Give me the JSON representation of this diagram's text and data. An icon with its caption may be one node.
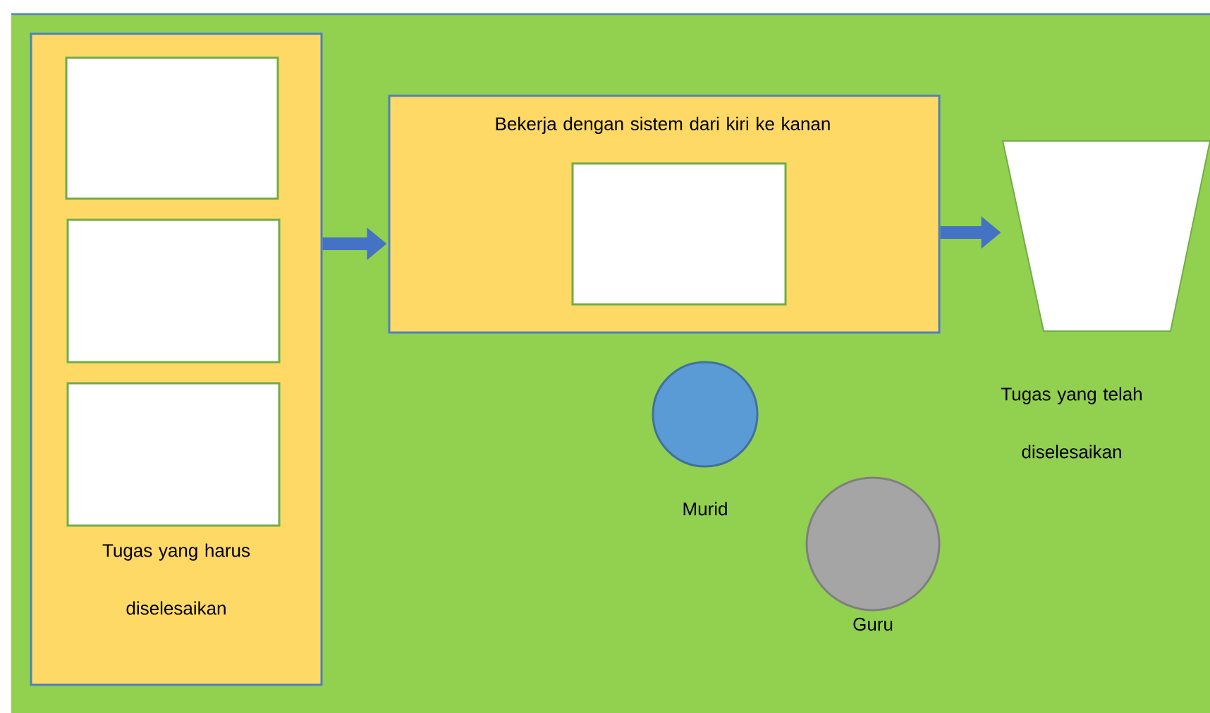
{
  "diagram": {
    "nodes": [
      {
        "text": [
          "Tugas yang harus diselesaikan"
        ]
      },
      {
        "text": [],
        "shape": "box",
        "in": 0
      },
      {
        "text": [],
        "shape": "box",
        "in": 0
      },
      {
        "text": [],
        "shape": "box",
        "in": 0
      },
      {
        "text": [
          "Bekerja dengan sistem dari kiri ke kanan"
        ]
      },
      {
        "text": [],
        "shape": "box",
        "in": 4
      },
      {
        "text": [
          "Tugas yang telah diselesaikan"
        ]
      },
      {
        "text": [
          "Murid"
        ]
      },
      {
        "text": [
          "Guru"
        ]
      }
    ],
    "edges": [
      {
        "from": 0,
        "to": 4,
        "arrow": "to"
      },
      {
        "from": 4,
        "to": 6,
        "arrow": "to"
      }
    ]
  }
}
